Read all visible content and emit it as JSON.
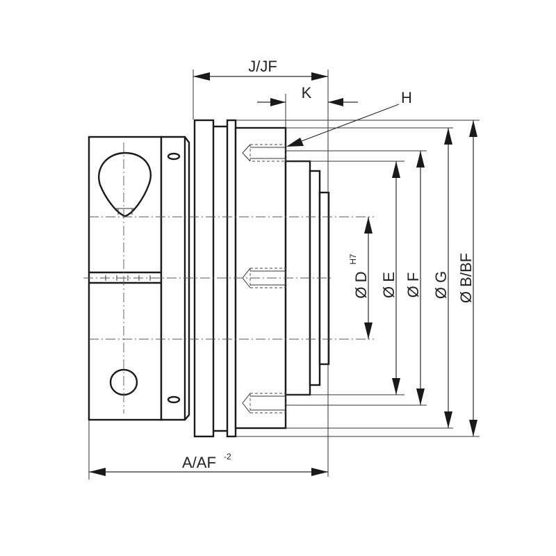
{
  "labels": {
    "j_jf": "J/JF",
    "k": "K",
    "h": "H",
    "d_base": "Ø D",
    "d_sup": "H7",
    "e": "Ø E",
    "f": "Ø F",
    "g": "Ø G",
    "b_bf": "Ø B/BF",
    "a_base": "A/AF",
    "a_sup": "-2"
  }
}
